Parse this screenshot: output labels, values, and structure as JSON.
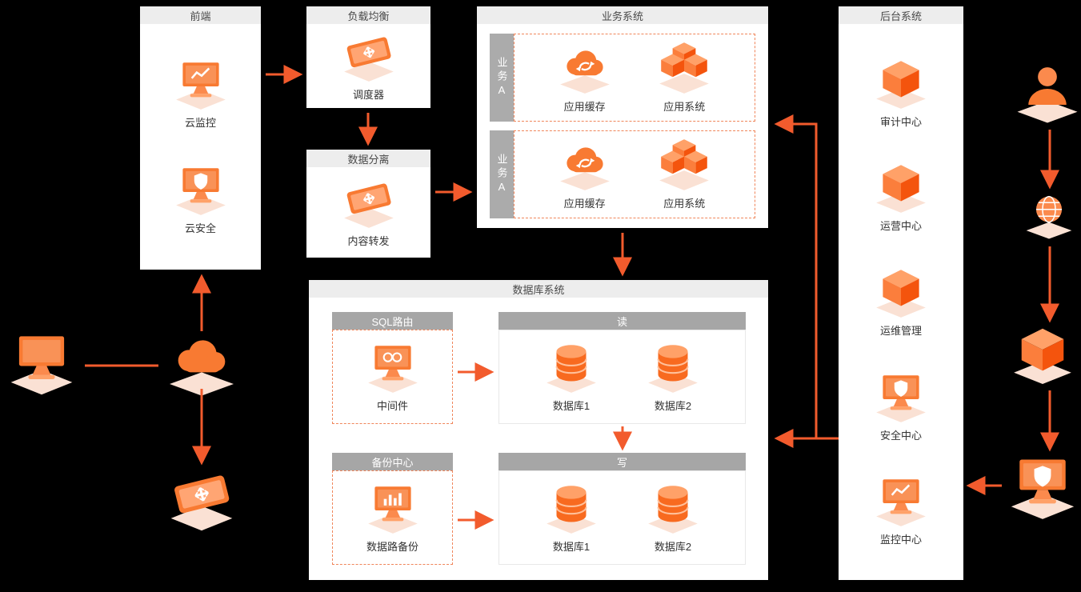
{
  "colors": {
    "background": "#000000",
    "panel_bg": "#FFFFFF",
    "panel_header_bg": "#EDEDED",
    "panel_header_text": "#4A4A4A",
    "sub_header_bg": "#A6A6A6",
    "sub_header_text": "#FFFFFF",
    "side_tab_bg": "#ABABAB",
    "dashed_border": "#F0855A",
    "arrow": "#F25B2D",
    "icon_orange": "#F87A32"
  },
  "panels": {
    "frontend": {
      "title": "前端",
      "items": [
        {
          "label": "云监控",
          "icon": "cloud-monitor-icon"
        },
        {
          "label": "云安全",
          "icon": "cloud-security-icon"
        }
      ]
    },
    "load_balancer": {
      "title": "负载均衡",
      "items": [
        {
          "label": "调度器",
          "icon": "scheduler-icon"
        }
      ]
    },
    "data_separation": {
      "title": "数据分离",
      "items": [
        {
          "label": "内容转发",
          "icon": "content-forward-icon"
        }
      ]
    },
    "business_system": {
      "title": "业务系统",
      "groups": [
        {
          "side_label": "业务A",
          "items": [
            {
              "label": "应用缓存",
              "icon": "app-cache-icon"
            },
            {
              "label": "应用系统",
              "icon": "app-system-icon"
            }
          ]
        },
        {
          "side_label": "业务A",
          "items": [
            {
              "label": "应用缓存",
              "icon": "app-cache-icon"
            },
            {
              "label": "应用系统",
              "icon": "app-system-icon"
            }
          ]
        }
      ]
    },
    "database_system": {
      "title": "数据库系统",
      "sections": {
        "sql_route": {
          "title": "SQL路由",
          "items": [
            {
              "label": "中间件",
              "icon": "middleware-icon"
            }
          ]
        },
        "read": {
          "title": "读",
          "items": [
            {
              "label": "数据库1",
              "icon": "database-icon"
            },
            {
              "label": "数据库2",
              "icon": "database-icon"
            }
          ]
        },
        "backup": {
          "title": "备份中心",
          "items": [
            {
              "label": "数据路备份",
              "icon": "data-backup-icon"
            }
          ]
        },
        "write": {
          "title": "写",
          "items": [
            {
              "label": "数据库1",
              "icon": "database-icon"
            },
            {
              "label": "数据库2",
              "icon": "database-icon"
            }
          ]
        }
      }
    },
    "backend_system": {
      "title": "后台系统",
      "items": [
        {
          "label": "审计中心",
          "icon": "audit-center-icon"
        },
        {
          "label": "运营中心",
          "icon": "operations-center-icon"
        },
        {
          "label": "运维管理",
          "icon": "om-management-icon"
        },
        {
          "label": "安全中心",
          "icon": "security-center-icon"
        },
        {
          "label": "监控中心",
          "icon": "monitoring-center-icon"
        }
      ]
    }
  },
  "floating_icons": {
    "left": [
      {
        "icon": "desktop-icon"
      },
      {
        "icon": "cloud-icon"
      },
      {
        "icon": "firewall-icon"
      }
    ],
    "right": [
      {
        "icon": "user-icon"
      },
      {
        "icon": "globe-icon"
      },
      {
        "icon": "package-icon"
      },
      {
        "icon": "secure-terminal-icon"
      }
    ]
  }
}
